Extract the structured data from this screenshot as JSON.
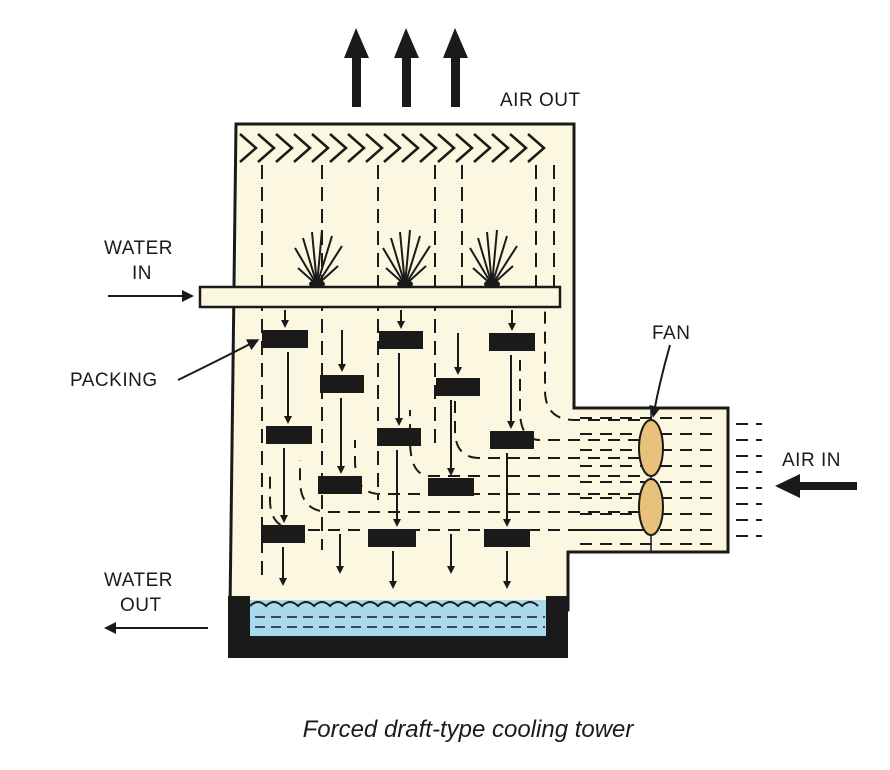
{
  "labels": {
    "air_out": "AIR OUT",
    "water_in_1": "WATER",
    "water_in_2": "IN",
    "packing": "PACKING",
    "fan": "FAN",
    "air_in": "AIR IN",
    "water_out_1": "WATER",
    "water_out_2": "OUT"
  },
  "caption": "Forced draft-type cooling tower",
  "colors": {
    "tower_fill": "#fbf7e0",
    "water": "#a9d9ec",
    "fan": "#e8c27a",
    "ink": "#1a1a1a"
  }
}
